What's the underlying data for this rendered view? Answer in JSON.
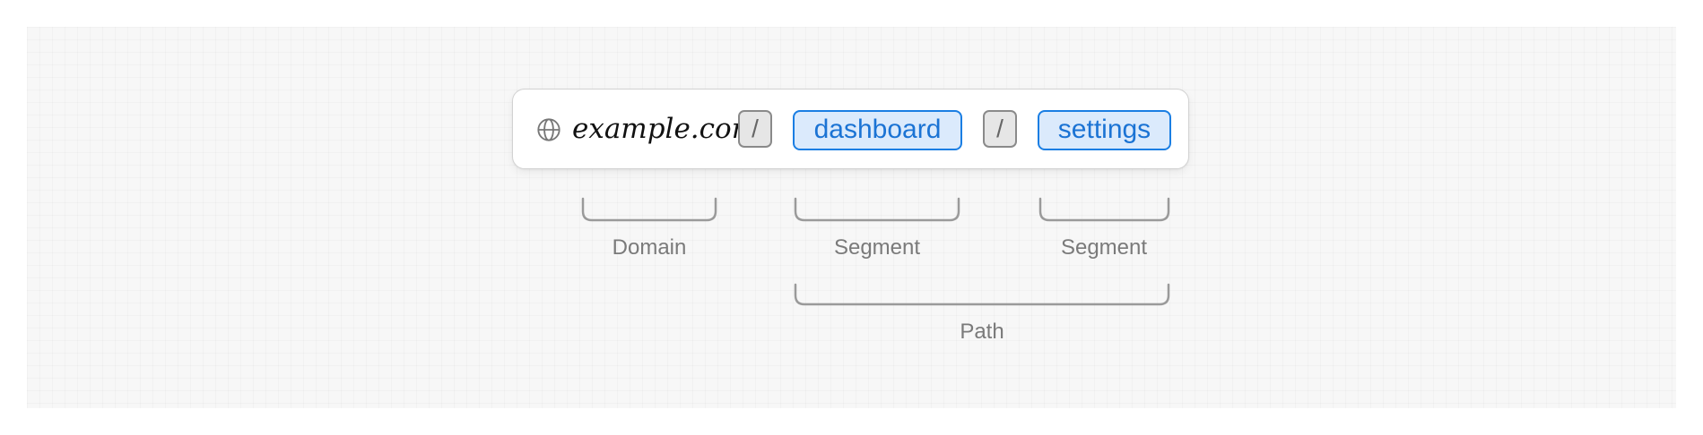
{
  "url": {
    "domain": "example.com",
    "separator": "/",
    "segments": [
      "dashboard",
      "settings"
    ]
  },
  "labels": {
    "domain": "Domain",
    "segment_1": "Segment",
    "segment_2": "Segment",
    "path": "Path"
  },
  "colors": {
    "segment_border": "#1a7ee3",
    "segment_fill": "#dbeafc",
    "segment_text": "#1b73d4",
    "bracket": "#9a9a9a",
    "label_text": "#7a7a7a"
  },
  "icons": {
    "domain_prefix": "globe-icon"
  }
}
